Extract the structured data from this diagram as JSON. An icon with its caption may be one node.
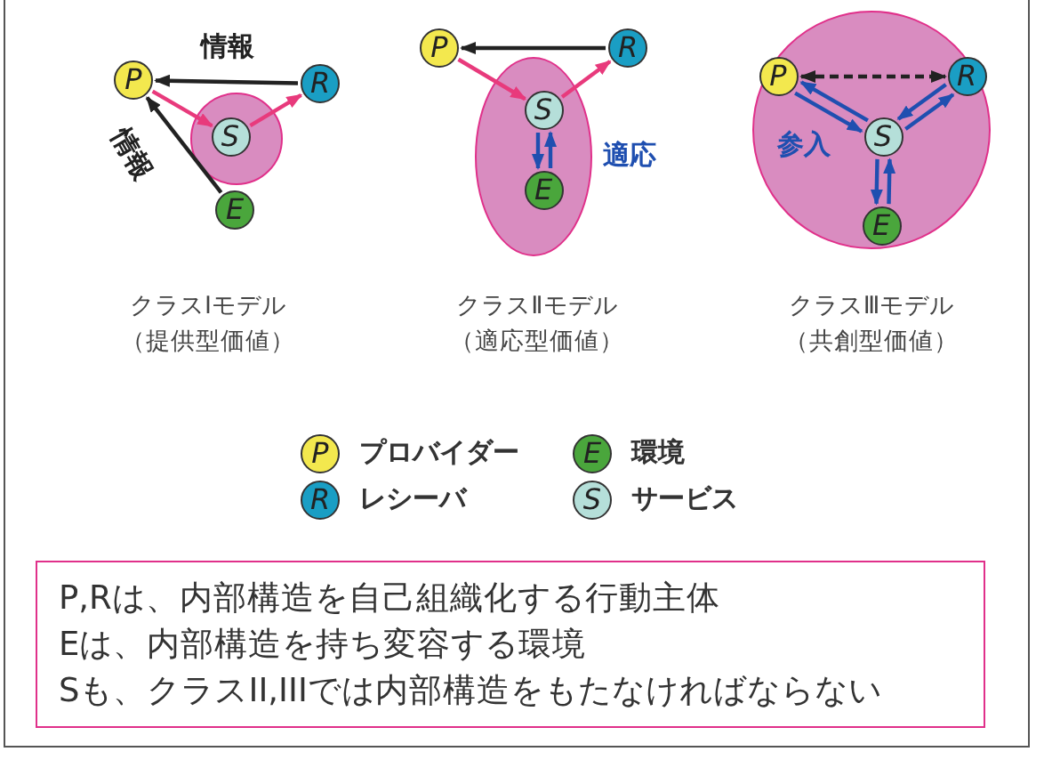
{
  "diagram": {
    "nodes": [
      {
        "text": [],
        "shape": "circle"
      },
      {
        "text": [
          "P"
        ]
      },
      {
        "text": [
          "R"
        ]
      },
      {
        "text": [
          "S"
        ],
        "in": 0
      },
      {
        "text": [
          "E"
        ]
      },
      {
        "text": [],
        "shape": "ellipse"
      },
      {
        "text": [
          "P"
        ]
      },
      {
        "text": [
          "R"
        ]
      },
      {
        "text": [
          "S"
        ],
        "in": 5
      },
      {
        "text": [
          "E"
        ],
        "in": 5
      },
      {
        "text": [],
        "shape": "circle"
      },
      {
        "text": [
          "P"
        ],
        "in": 10
      },
      {
        "text": [
          "R"
        ],
        "in": 10
      },
      {
        "text": [
          "S"
        ],
        "in": 10
      },
      {
        "text": [
          "E"
        ],
        "in": 10
      },
      {
        "text": [
          "P,Rは、内部構造を自己組織化する行動主体",
          "Eは、内部構造を持ち変容する環境",
          "Sも、クラスII,IIIでは内部構造をもたなければならない"
        ]
      }
    ],
    "edges": [
      {
        "from": 2,
        "to": 1,
        "arrow": "to",
        "label": "情報",
        "color": "#222222"
      },
      {
        "from": 4,
        "to": 1,
        "arrow": "to",
        "label": "情報",
        "color": "#222222"
      },
      {
        "from": 1,
        "to": 3,
        "arrow": "to",
        "color": "#e83a7c"
      },
      {
        "from": 3,
        "to": 2,
        "arrow": "to",
        "color": "#e83a7c"
      },
      {
        "from": 7,
        "to": 6,
        "arrow": "to",
        "color": "#222222"
      },
      {
        "from": 6,
        "to": 8,
        "arrow": "to",
        "color": "#e83a7c"
      },
      {
        "from": 8,
        "to": 7,
        "arrow": "to",
        "color": "#e83a7c"
      },
      {
        "from": 8,
        "to": 9,
        "arrow": "to",
        "label": "適応"
      },
      {
        "from": 9,
        "to": 8,
        "arrow": "to"
      },
      {
        "from": 11,
        "to": 12,
        "arrow": "both",
        "style": "dashed",
        "color": "#222222"
      },
      {
        "from": 11,
        "to": 13,
        "arrow": "to",
        "label": "参入"
      },
      {
        "from": 13,
        "to": 11,
        "arrow": "to"
      },
      {
        "from": 12,
        "to": 13,
        "arrow": "to"
      },
      {
        "from": 13,
        "to": 12,
        "arrow": "to"
      },
      {
        "from": 13,
        "to": 14,
        "arrow": "to"
      },
      {
        "from": 14,
        "to": 13,
        "arrow": "to"
      }
    ],
    "labels": [
      "クラスⅠモデル",
      "（提供型価値）",
      "クラスⅡモデル",
      "（適応型価値）",
      "クラスⅢモデル",
      "（共創型価値）",
      "P",
      "E",
      "R",
      "S"
    ],
    "legend": [
      {
        "text": "プロバイダー",
        "color": "#f3e84e"
      },
      {
        "text": "環境",
        "color": "#4aa63c"
      },
      {
        "text": "レシーバ",
        "color": "#1a9ec4"
      },
      {
        "text": "サービス",
        "color": "#b5dfd9"
      }
    ]
  }
}
